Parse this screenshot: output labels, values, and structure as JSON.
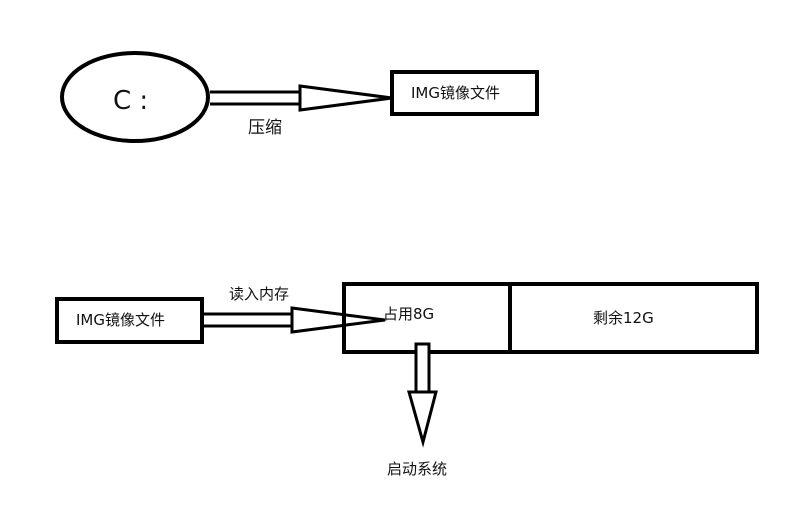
{
  "stage1": {
    "source_label": "C :",
    "action_label": "压缩",
    "target_label": "IMG镜像文件"
  },
  "stage2": {
    "source_label": "IMG镜像文件",
    "action_label": "读入内存",
    "memory_used_label": "占用8G",
    "memory_free_label": "剩余12G",
    "result_label": "启动系统"
  }
}
